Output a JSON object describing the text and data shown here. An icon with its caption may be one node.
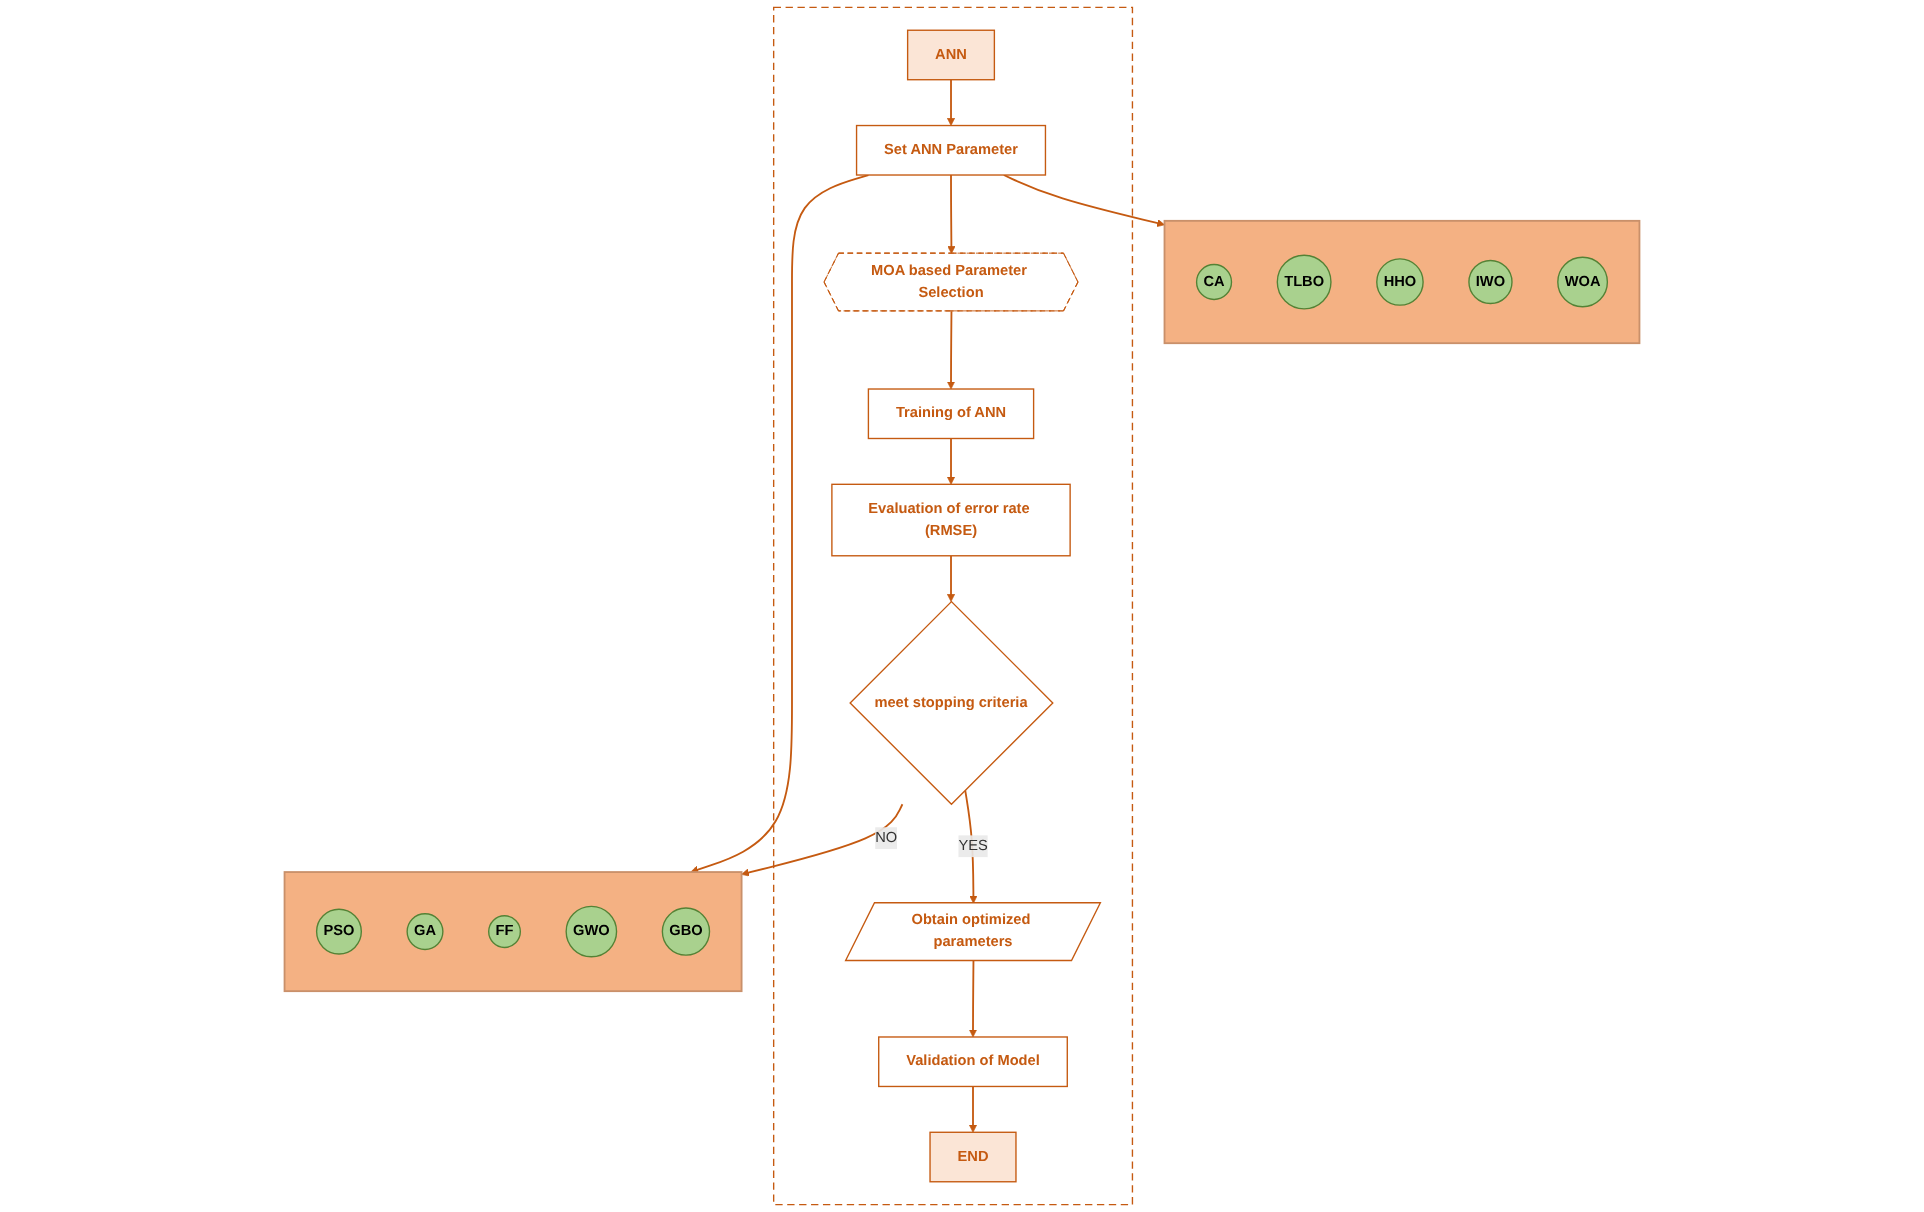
{
  "diagram": {
    "nodes": [
      {
        "text": [],
        "shape": "box"
      },
      {
        "text": [
          "CA"
        ],
        "in": 0
      },
      {
        "text": [
          "TLBO"
        ],
        "in": 0
      },
      {
        "text": [
          "HHO"
        ],
        "in": 0
      },
      {
        "text": [
          "IWO"
        ],
        "in": 0
      },
      {
        "text": [
          "WOA"
        ],
        "in": 0
      },
      {
        "text": [],
        "shape": "octagon"
      },
      {
        "text": [
          "ANN"
        ],
        "in": 6
      },
      {
        "text": [
          "Set ANN Parameter"
        ],
        "in": 6
      },
      {
        "text": [
          "MOA based Parameter Selection"
        ],
        "in": 6
      },
      {
        "text": [
          "Training of ANN"
        ],
        "in": 6
      },
      {
        "text": [
          "Evaluation of error rate (RMSE)"
        ],
        "in": 6
      },
      {
        "text": [
          "meet stopping criteria"
        ],
        "in": 6
      },
      {
        "text": [
          "Obtain optimized parameters"
        ],
        "in": 6
      },
      {
        "text": [
          "Validation of Model"
        ],
        "in": 6
      },
      {
        "text": [
          "END"
        ],
        "in": 6
      },
      {
        "text": [],
        "shape": "box"
      },
      {
        "text": [
          "PSO"
        ],
        "in": 16
      },
      {
        "text": [
          "GA"
        ],
        "in": 16
      },
      {
        "text": [
          "FF"
        ],
        "in": 16
      },
      {
        "text": [
          "GWO"
        ],
        "in": 16
      },
      {
        "text": [
          "GBO"
        ],
        "in": 16
      }
    ],
    "edges": [
      {
        "from": 7,
        "to": 8,
        "arrow": "to"
      },
      {
        "from": 8,
        "to": 0,
        "arrow": "to"
      },
      {
        "from": 8,
        "to": 16,
        "arrow": "to"
      },
      {
        "from": 8,
        "to": 9,
        "arrow": "to"
      },
      {
        "from": 9,
        "to": 10,
        "arrow": "to"
      },
      {
        "from": 10,
        "to": 11,
        "arrow": "to"
      },
      {
        "from": 11,
        "to": 12,
        "arrow": "to"
      },
      {
        "from": 12,
        "to": 13,
        "arrow": "to",
        "label": "YES"
      },
      {
        "from": 12,
        "to": 16,
        "arrow": "to",
        "label": "NO"
      },
      {
        "from": 13,
        "to": 14,
        "arrow": "to"
      },
      {
        "from": 14,
        "to": 15,
        "arrow": "to"
      }
    ]
  }
}
